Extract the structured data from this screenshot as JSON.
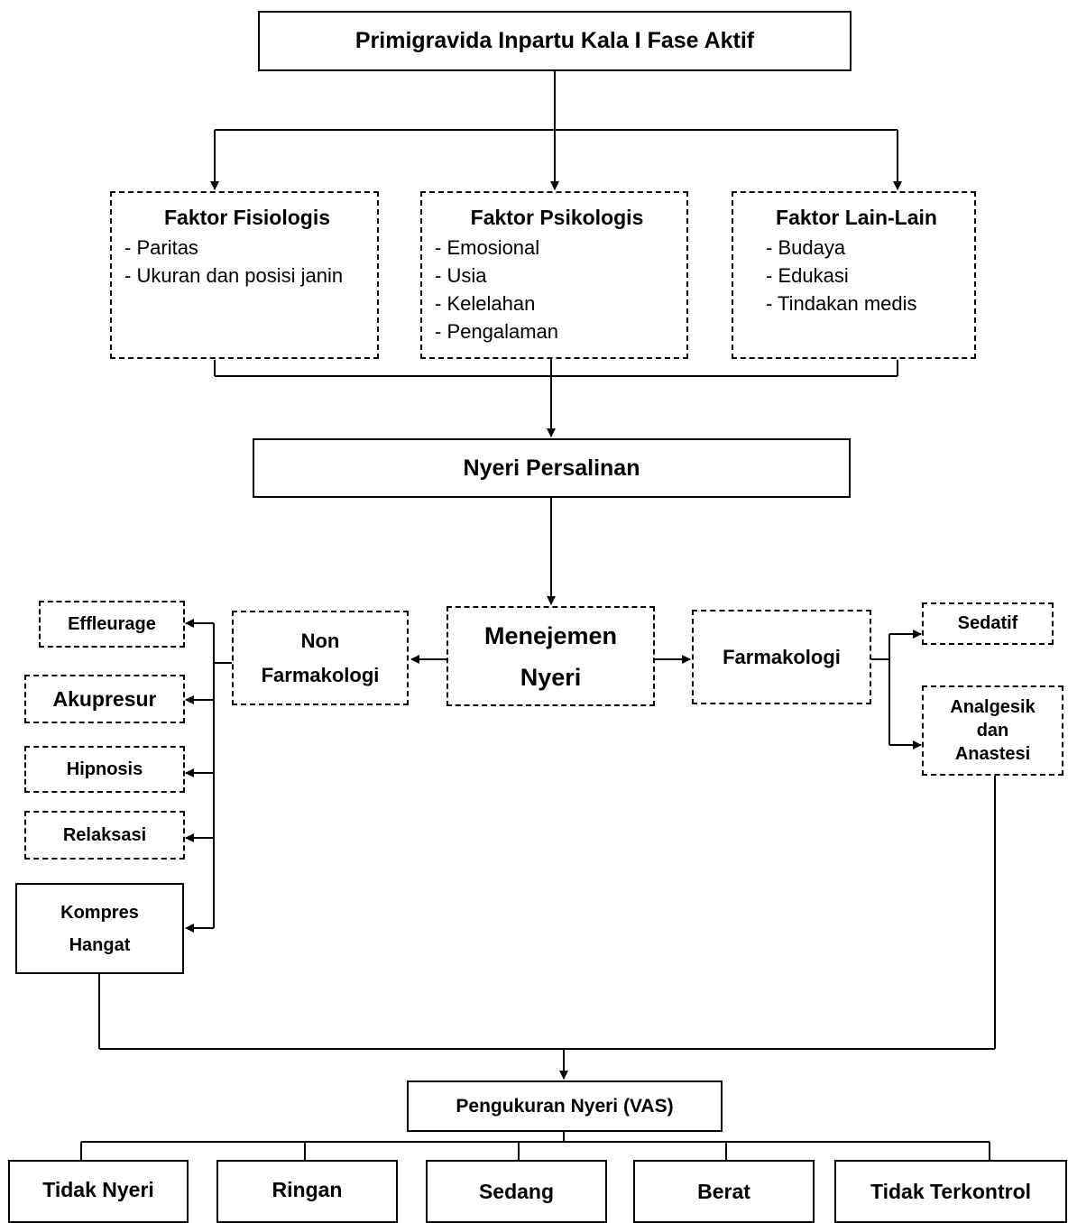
{
  "title": "Primigravida Inpartu Kala I Fase Aktif",
  "factors": [
    {
      "title": "Faktor Fisiologis",
      "items": [
        "Paritas",
        "Ukuran dan posisi janin"
      ]
    },
    {
      "title": "Faktor Psikologis",
      "items": [
        "Emosional",
        "Usia",
        "Kelelahan",
        "Pengalaman"
      ]
    },
    {
      "title": "Faktor Lain-Lain",
      "items": [
        "Budaya",
        "Edukasi",
        "Tindakan medis"
      ]
    }
  ],
  "pain": "Nyeri Persalinan",
  "management": {
    "line1": "Menejemen",
    "line2": "Nyeri"
  },
  "non_pharma": {
    "line1": "Non",
    "line2": "Farmakologi"
  },
  "pharma": "Farmakologi",
  "non_pharma_methods": [
    "Effleurage",
    "Akupresur",
    "Hipnosis",
    "Relaksasi"
  ],
  "warm_compress": {
    "line1": "Kompres",
    "line2": "Hangat"
  },
  "pharma_methods": {
    "sedative": "Sedatif",
    "analgesic": [
      "Analgesik",
      "dan",
      "Anastesi"
    ]
  },
  "measurement": "Pengukuran Nyeri (VAS)",
  "scale": [
    "Tidak Nyeri",
    "Ringan",
    "Sedang",
    "Berat",
    "Tidak Terkontrol"
  ],
  "colors": {
    "line": "#000000",
    "background": "#ffffff"
  }
}
